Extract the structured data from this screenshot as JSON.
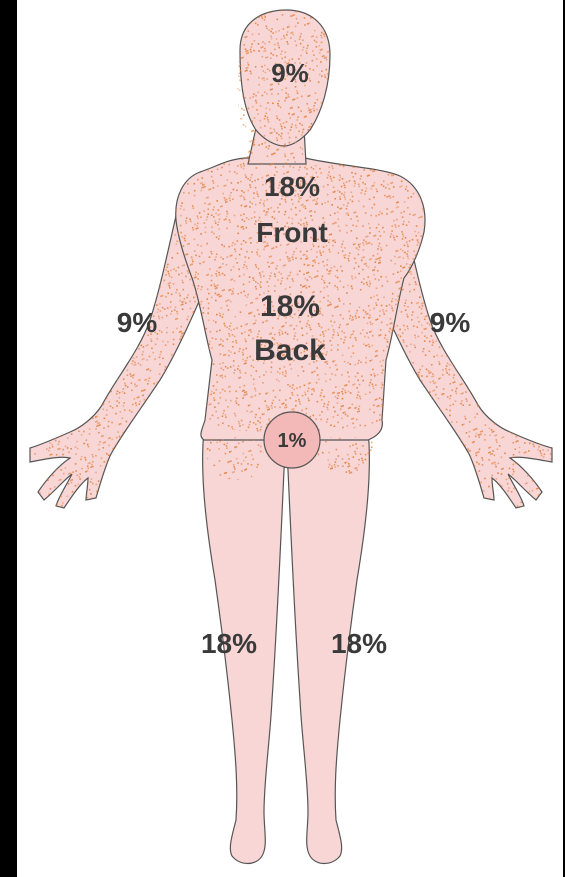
{
  "colors": {
    "frame": "#000000",
    "background": "#ffffff",
    "skin": "#f9d6d6",
    "outline": "#555555",
    "speckle": "#e07f3c",
    "groin_circle": "#f3b8b8",
    "label": "#3a3a3a"
  },
  "regions": {
    "head": {
      "label": "9%"
    },
    "torso_front": {
      "label_pct": "18%",
      "label_side": "Front"
    },
    "torso_back": {
      "label_pct": "18%",
      "label_side": "Back"
    },
    "right_arm": {
      "label": "9%"
    },
    "left_arm": {
      "label": "9%"
    },
    "groin": {
      "label": "1%"
    },
    "right_leg": {
      "label": "18%"
    },
    "left_leg": {
      "label": "18%"
    }
  }
}
